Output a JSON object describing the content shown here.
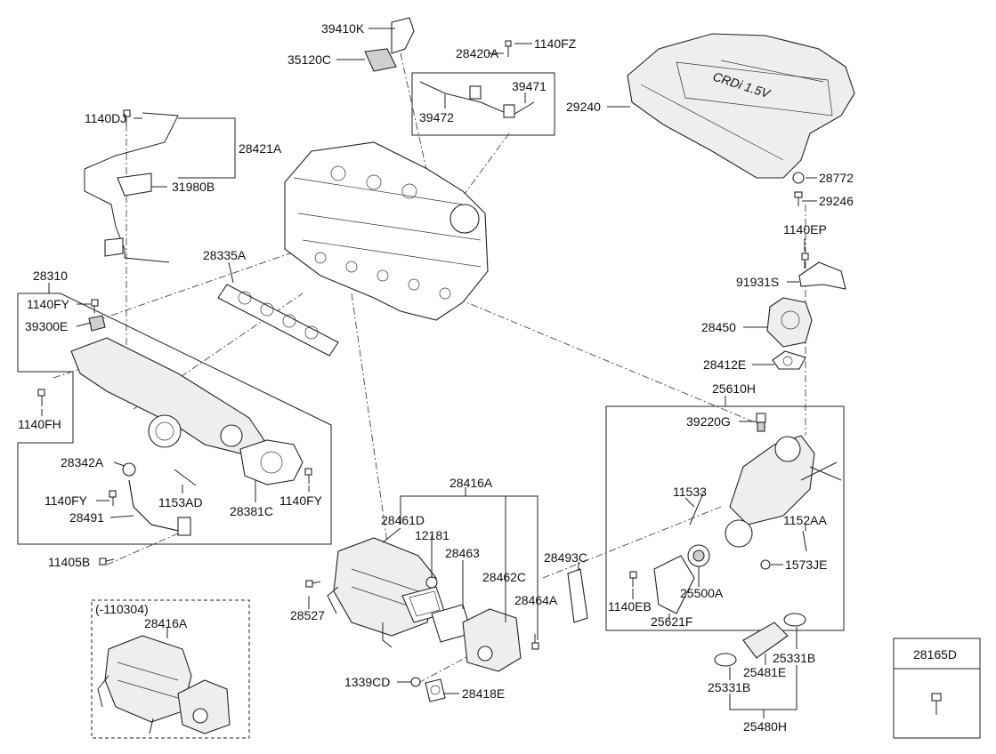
{
  "labels": {
    "p39410K": "39410K",
    "p35120C": "35120C",
    "p28420A": "28420A",
    "p1140FZ": "1140FZ",
    "p39471": "39471",
    "p39472": "39472",
    "p29240": "29240",
    "p28772": "28772",
    "p29246": "29246",
    "p1140EP": "1140EP",
    "p91931S": "91931S",
    "p28450": "28450",
    "p28412E": "28412E",
    "p25610H": "25610H",
    "p39220G": "39220G",
    "p11533": "11533",
    "p1152AA": "1152AA",
    "p1573JE": "1573JE",
    "p25500A": "25500A",
    "p1140EB": "1140EB",
    "p25621F": "25621F",
    "p25331B_r": "25331B",
    "p25481E": "25481E",
    "p25331B_l": "25331B",
    "p25480H": "25480H",
    "p28165D": "28165D",
    "p1140DJ": "1140DJ",
    "p28421A": "28421A",
    "p31980B": "31980B",
    "p28310": "28310",
    "p28335A": "28335A",
    "p1140FY_a": "1140FY",
    "p39300E": "39300E",
    "p1140FH": "1140FH",
    "p28342A": "28342A",
    "p1140FY_b": "1140FY",
    "p28491": "28491",
    "p1153AD": "1153AD",
    "p28381C": "28381C",
    "p1140FY_c": "1140FY",
    "p11405B": "11405B",
    "p28416A": "28416A",
    "p28461D": "28461D",
    "p12181": "12181",
    "p28463": "28463",
    "p28462C": "28462C",
    "p28493C": "28493C",
    "p28464A": "28464A",
    "p28527": "28527",
    "p1339CD": "1339CD",
    "p28418E": "28418E",
    "inset_note": "(-110304)",
    "inset_28416A": "28416A"
  }
}
